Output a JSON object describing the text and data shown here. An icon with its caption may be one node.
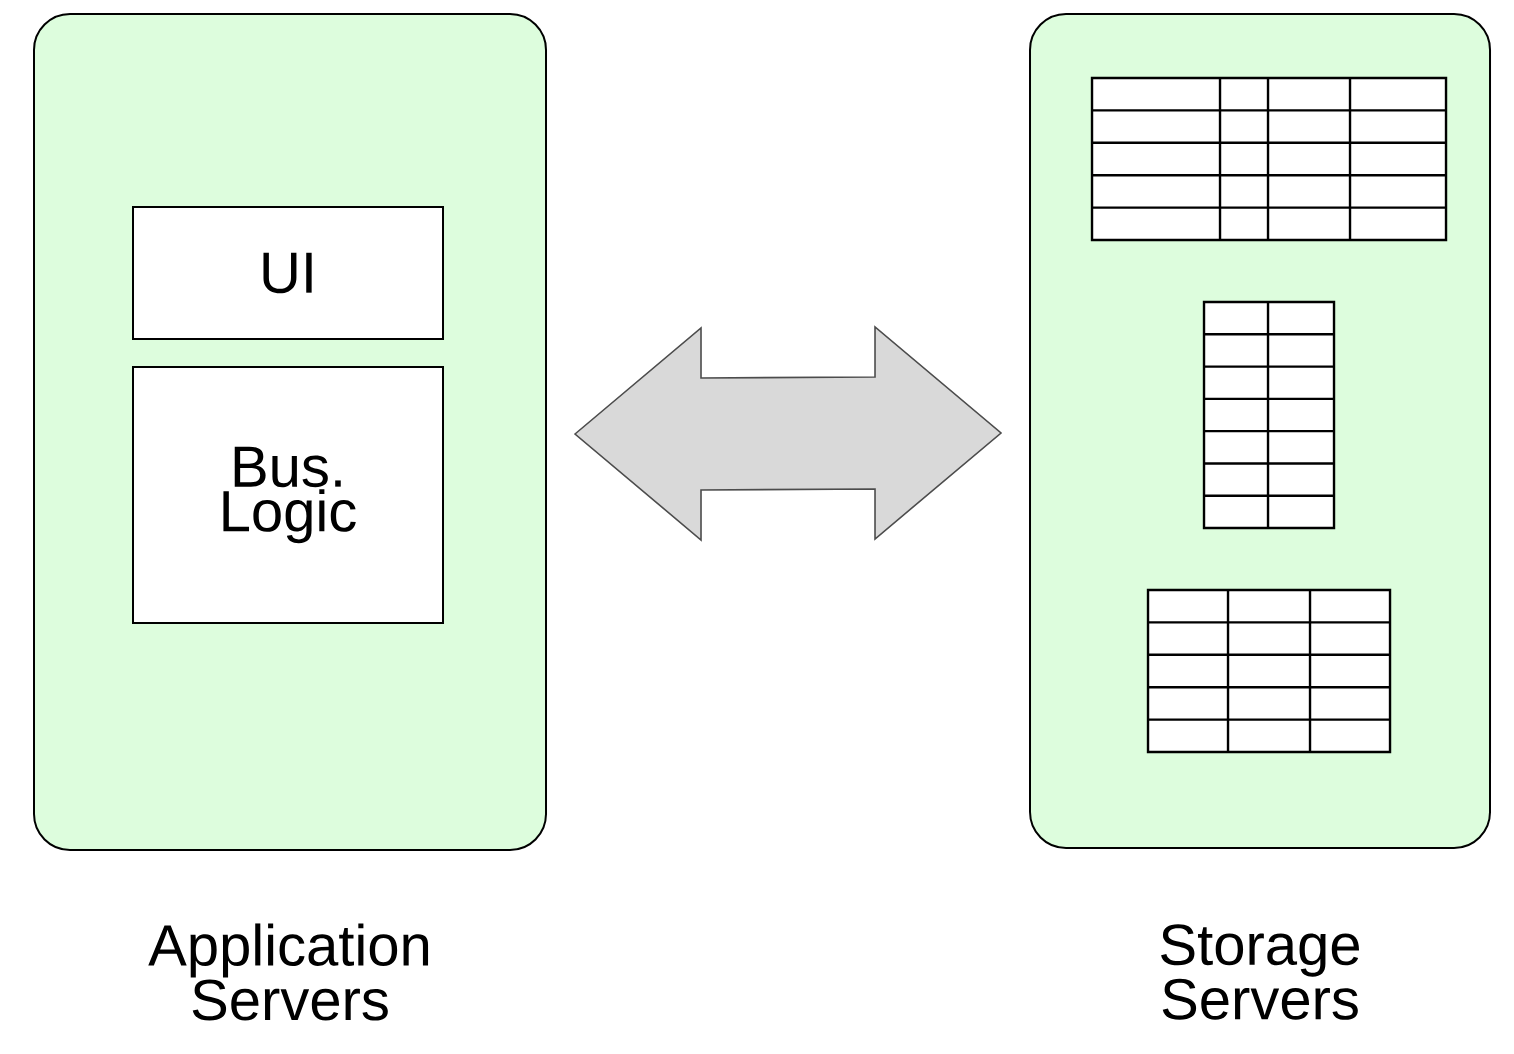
{
  "diagram": {
    "nodes": [
      {
        "text": [
          "Application Servers"
        ]
      },
      {
        "text": [
          "UI"
        ],
        "in": 0
      },
      {
        "text": [
          "Bus. Logic"
        ],
        "in": 0
      },
      {
        "text": [
          "Storage Servers"
        ]
      }
    ],
    "edges": [
      {
        "from": 0,
        "to": 3,
        "arrow": "both"
      }
    ]
  }
}
